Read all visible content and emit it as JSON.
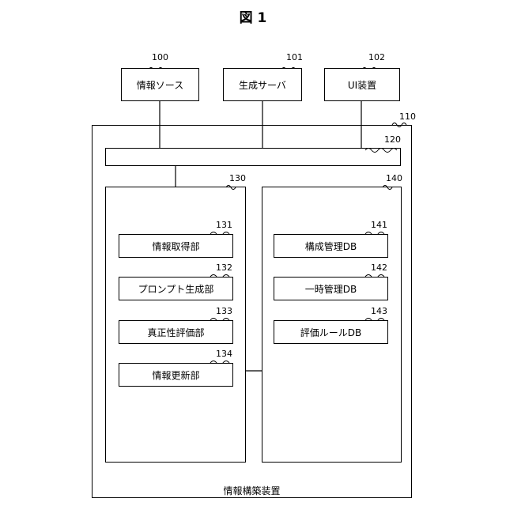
{
  "figure_title": "図 1",
  "top_boxes": [
    {
      "ref": "100",
      "label": "情報ソース"
    },
    {
      "ref": "101",
      "label": "生成サーバ"
    },
    {
      "ref": "102",
      "label": "UI装置"
    }
  ],
  "apparatus": {
    "ref": "110",
    "label": "情報構築装置"
  },
  "bus": {
    "ref": "120"
  },
  "left_unit": {
    "ref": "130",
    "items": [
      {
        "ref": "131",
        "label": "情報取得部"
      },
      {
        "ref": "132",
        "label": "プロンプト生成部"
      },
      {
        "ref": "133",
        "label": "真正性評価部"
      },
      {
        "ref": "134",
        "label": "情報更新部"
      }
    ]
  },
  "right_unit": {
    "ref": "140",
    "items": [
      {
        "ref": "141",
        "label": "構成管理DB"
      },
      {
        "ref": "142",
        "label": "一時管理DB"
      },
      {
        "ref": "143",
        "label": "評価ルールDB"
      }
    ]
  }
}
